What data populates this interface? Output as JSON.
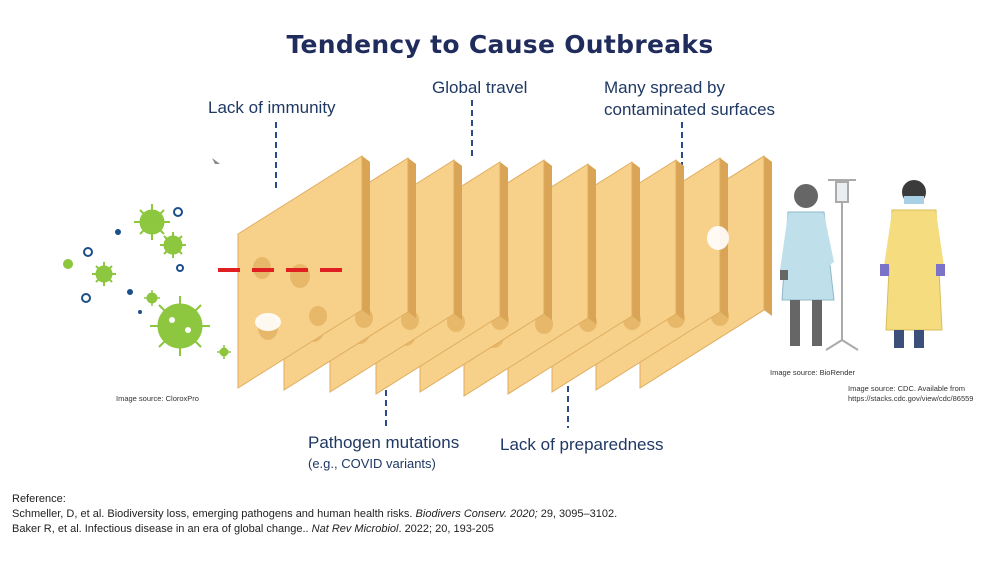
{
  "title": "Tendency to Cause Outbreaks",
  "labels": {
    "lack_of_immunity": "Lack of immunity",
    "global_travel": "Global travel",
    "many_spread_line1": "Many spread by",
    "many_spread_line2": "contaminated surfaces",
    "pathogen_mutations": "Pathogen mutations",
    "pathogen_mutations_sub": "(e.g., COVID variants)",
    "lack_of_preparedness": "Lack of preparedness"
  },
  "image_sources": {
    "virus": "Image source: CloroxPro",
    "patient": "Image source: BioRender",
    "healthcare_worker_line1": "Image source: CDC. Available from",
    "healthcare_worker_line2": "https://stacks.cdc.gov/view/cdc/86559"
  },
  "reference": {
    "heading": "Reference:",
    "ref1_plain": "Schmeller, D, et al. Biodiversity loss, emerging pathogens and human health risks. ",
    "ref1_journal": "Biodivers Conserv. 2020;",
    "ref1_tail": " 29, 3095–3102.",
    "ref2_plain": "Baker R, et al. Infectious disease in an era of global change.. ",
    "ref2_journal": "Nat Rev Microbiol",
    "ref2_tail": ". 2022; 20, 193-205"
  },
  "colors": {
    "title": "#1f2c5c",
    "labels": "#1f3864",
    "cheese_face": "#f7d08a",
    "cheese_side": "#e4b064",
    "cheese_hole": "#e7b86a",
    "virus": "#8dc63f",
    "pathway": "#e02020",
    "dots": "#1b4f8a"
  }
}
